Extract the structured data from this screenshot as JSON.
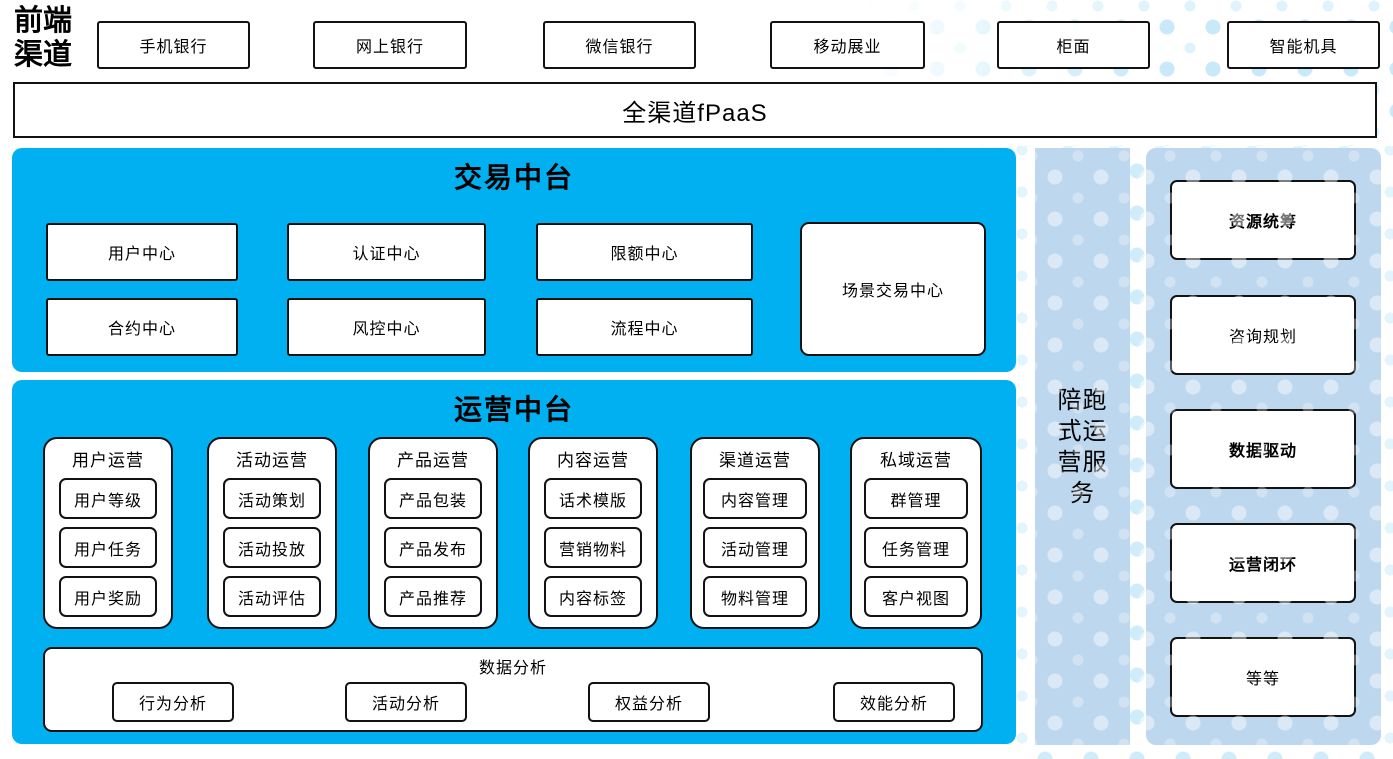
{
  "front_channels": {
    "label": "前端渠道",
    "items": [
      "手机银行",
      "网上银行",
      "微信银行",
      "移动展业",
      "柜面",
      "智能机具"
    ]
  },
  "fpaas": {
    "label": "全渠道fPaaS"
  },
  "trade_platform": {
    "title": "交易中台",
    "row1": [
      "用户中心",
      "认证中心",
      "限额中心"
    ],
    "row2": [
      "合约中心",
      "风控中心",
      "流程中心"
    ],
    "tall_box": "场景交易中心"
  },
  "operation_platform": {
    "title": "运营中台",
    "columns": [
      {
        "title": "用户运营",
        "items": [
          "用户等级",
          "用户任务",
          "用户奖励"
        ]
      },
      {
        "title": "活动运营",
        "items": [
          "活动策划",
          "活动投放",
          "活动评估"
        ]
      },
      {
        "title": "产品运营",
        "items": [
          "产品包装",
          "产品发布",
          "产品推荐"
        ]
      },
      {
        "title": "内容运营",
        "items": [
          "话术模版",
          "营销物料",
          "内容标签"
        ]
      },
      {
        "title": "渠道运营",
        "items": [
          "内容管理",
          "活动管理",
          "物料管理"
        ]
      },
      {
        "title": "私域运营",
        "items": [
          "群管理",
          "任务管理",
          "客户视图"
        ]
      }
    ],
    "analysis": {
      "title": "数据分析",
      "items": [
        "行为分析",
        "活动分析",
        "权益分析",
        "效能分析"
      ]
    }
  },
  "side_service": {
    "label": "陪跑式运营服务"
  },
  "right_panel": {
    "items": [
      {
        "label": "资源统筹",
        "bold": true
      },
      {
        "label": "咨询规划",
        "bold": false
      },
      {
        "label": "数据驱动",
        "bold": true
      },
      {
        "label": "运营闭环",
        "bold": true
      },
      {
        "label": "等等",
        "bold": false
      }
    ]
  },
  "colors": {
    "accent_blue": "#00b0f0",
    "light_blue": "#bdd7ee",
    "dot_blue": "#c7e9fa",
    "border_black": "#121212"
  }
}
